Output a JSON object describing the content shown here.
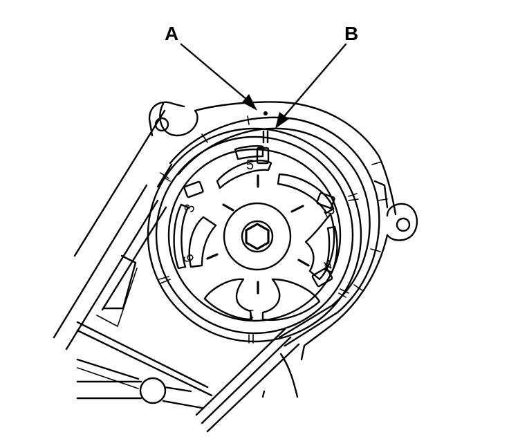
{
  "callouts": {
    "a": {
      "label": "A"
    },
    "b": {
      "label": "B"
    }
  },
  "pulley_marks": {
    "m1": "1",
    "m2": "2",
    "m3": "3",
    "m4": "4",
    "m5": "5",
    "m6": "6"
  }
}
